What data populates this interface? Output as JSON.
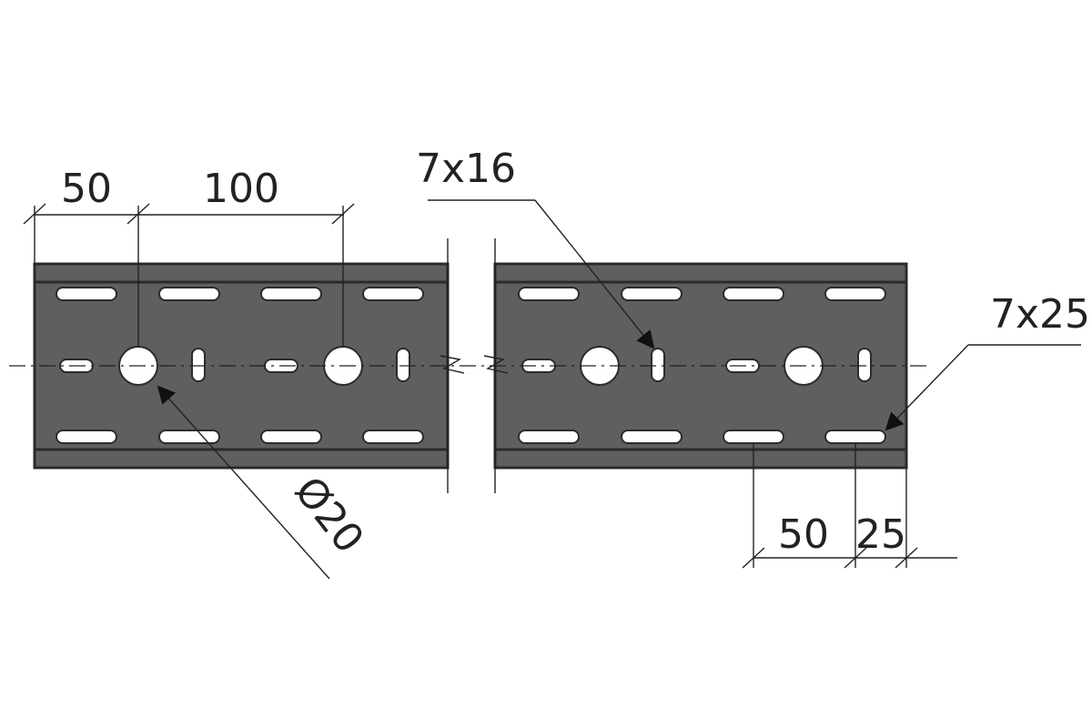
{
  "diagram": {
    "dimensions": {
      "top_first_pitch": "50",
      "top_pitch": "100",
      "round_hole": "Ø20",
      "small_slot": "7x16",
      "long_slot": "7x25",
      "bottom_pitch": "50",
      "bottom_edge_offset": "25"
    },
    "colors": {
      "tray_fill": "#5f5f5f",
      "tray_edge": "#2b2b2b",
      "hole_fill": "#ffffff",
      "line": "#222222"
    }
  }
}
